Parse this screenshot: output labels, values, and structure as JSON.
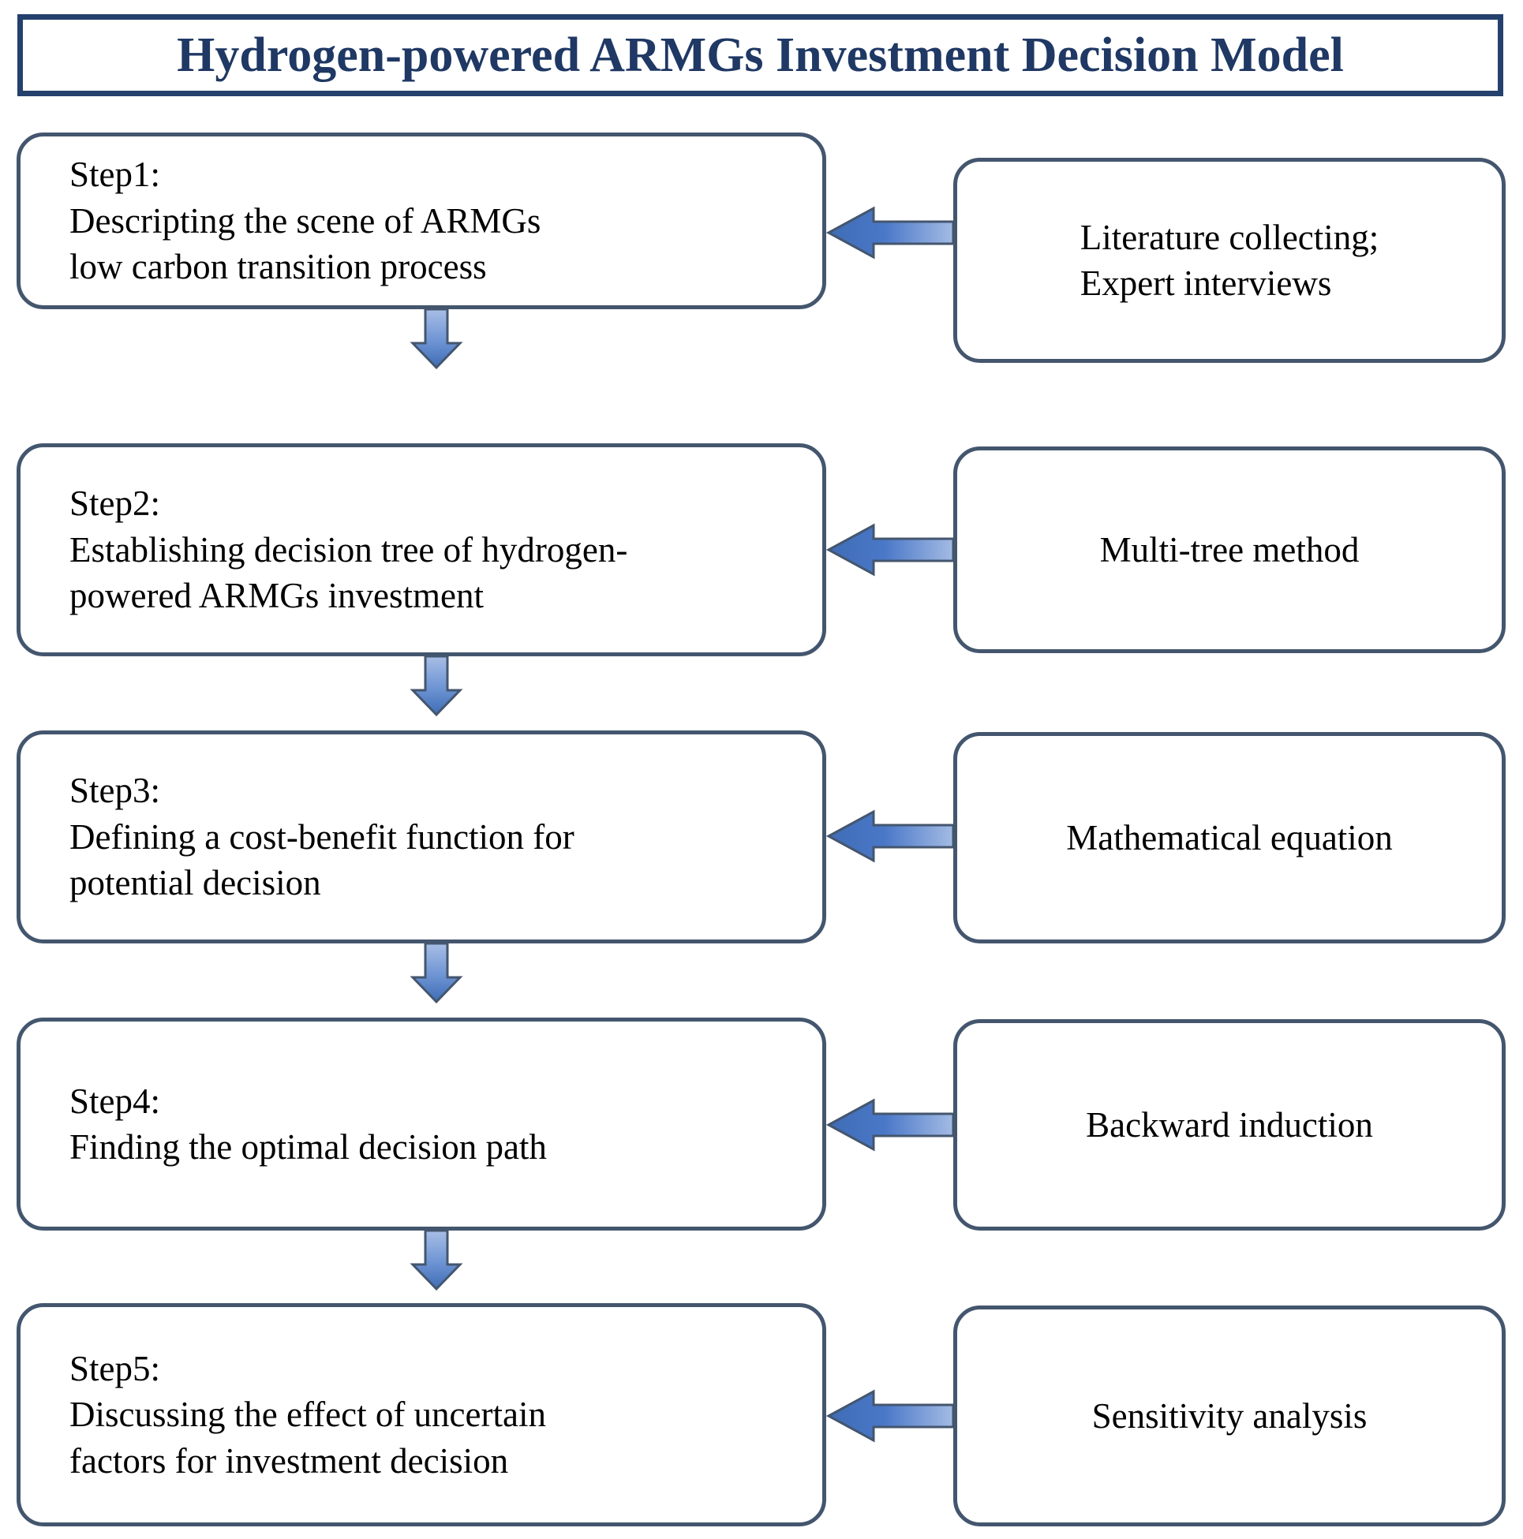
{
  "title": {
    "text": "Hydrogen-powered ARMGs Investment Decision Model"
  },
  "colors": {
    "title_border": "#24406d",
    "title_text": "#1f3864",
    "node_border": "#44566e",
    "node_fill": "#ffffff",
    "arrow_dark": "#4472c4",
    "arrow_light": "#9cb4de",
    "arrow_outline": "#44566e",
    "body_text": "#000000"
  },
  "steps": [
    {
      "id": "step1",
      "label": "Step1:",
      "lines": [
        "Step1:",
        "Descripting the scene of ARMGs",
        "low carbon transition process"
      ],
      "method": {
        "id": "method1",
        "lines": [
          "Literature collecting;",
          "Expert interviews"
        ]
      },
      "arrow": {
        "direction": "left",
        "name": "arrow-method1-to-step1"
      }
    },
    {
      "id": "step2",
      "label": "Step2:",
      "lines": [
        "Step2:",
        "Establishing decision tree of hydrogen-",
        "powered ARMGs investment"
      ],
      "method": {
        "id": "method2",
        "lines": [
          "Multi-tree method"
        ]
      },
      "arrow": {
        "direction": "left",
        "name": "arrow-method2-to-step2"
      }
    },
    {
      "id": "step3",
      "label": "Step3:",
      "lines": [
        "Step3:",
        "Defining a cost-benefit function for",
        "potential decision"
      ],
      "method": {
        "id": "method3",
        "lines": [
          "Mathematical equation"
        ]
      },
      "arrow": {
        "direction": "left",
        "name": "arrow-method3-to-step3"
      }
    },
    {
      "id": "step4",
      "label": "Step4:",
      "lines": [
        "Step4:",
        "Finding the optimal decision path"
      ],
      "method": {
        "id": "method4",
        "lines": [
          "Backward induction"
        ]
      },
      "arrow": {
        "direction": "left",
        "name": "arrow-method4-to-step4"
      }
    },
    {
      "id": "step5",
      "label": "Step5:",
      "lines": [
        "Step5:",
        "Discussing the effect of uncertain",
        "factors for investment decision"
      ],
      "method": {
        "id": "method5",
        "lines": [
          "Sensitivity analysis"
        ]
      },
      "arrow": {
        "direction": "left",
        "name": "arrow-method5-to-step5"
      }
    }
  ],
  "flow_arrows": [
    {
      "id": "flow-1-2",
      "from": "step1",
      "to": "step2",
      "direction": "down"
    },
    {
      "id": "flow-2-3",
      "from": "step2",
      "to": "step3",
      "direction": "down"
    },
    {
      "id": "flow-3-4",
      "from": "step3",
      "to": "step4",
      "direction": "down"
    },
    {
      "id": "flow-4-5",
      "from": "step4",
      "to": "step5",
      "direction": "down"
    }
  ],
  "chart_data": {
    "type": "flowchart",
    "title": "Hydrogen-powered ARMGs Investment Decision Model",
    "nodes": [
      {
        "id": "step1",
        "column": "left",
        "text": "Step1: Descripting the scene of ARMGs low carbon transition process"
      },
      {
        "id": "step2",
        "column": "left",
        "text": "Step2: Establishing decision tree of hydrogen-powered ARMGs investment"
      },
      {
        "id": "step3",
        "column": "left",
        "text": "Step3: Defining a cost-benefit function for potential decision"
      },
      {
        "id": "step4",
        "column": "left",
        "text": "Step4: Finding the optimal decision path"
      },
      {
        "id": "step5",
        "column": "left",
        "text": "Step5: Discussing the effect of uncertain factors for investment decision"
      },
      {
        "id": "method1",
        "column": "right",
        "text": "Literature collecting; Expert interviews"
      },
      {
        "id": "method2",
        "column": "right",
        "text": "Multi-tree method"
      },
      {
        "id": "method3",
        "column": "right",
        "text": "Mathematical equation"
      },
      {
        "id": "method4",
        "column": "right",
        "text": "Backward induction"
      },
      {
        "id": "method5",
        "column": "right",
        "text": "Sensitivity analysis"
      }
    ],
    "edges": [
      {
        "from": "method1",
        "to": "step1"
      },
      {
        "from": "method2",
        "to": "step2"
      },
      {
        "from": "method3",
        "to": "step3"
      },
      {
        "from": "method4",
        "to": "step4"
      },
      {
        "from": "method5",
        "to": "step5"
      },
      {
        "from": "step1",
        "to": "step2"
      },
      {
        "from": "step2",
        "to": "step3"
      },
      {
        "from": "step3",
        "to": "step4"
      },
      {
        "from": "step4",
        "to": "step5"
      }
    ]
  }
}
